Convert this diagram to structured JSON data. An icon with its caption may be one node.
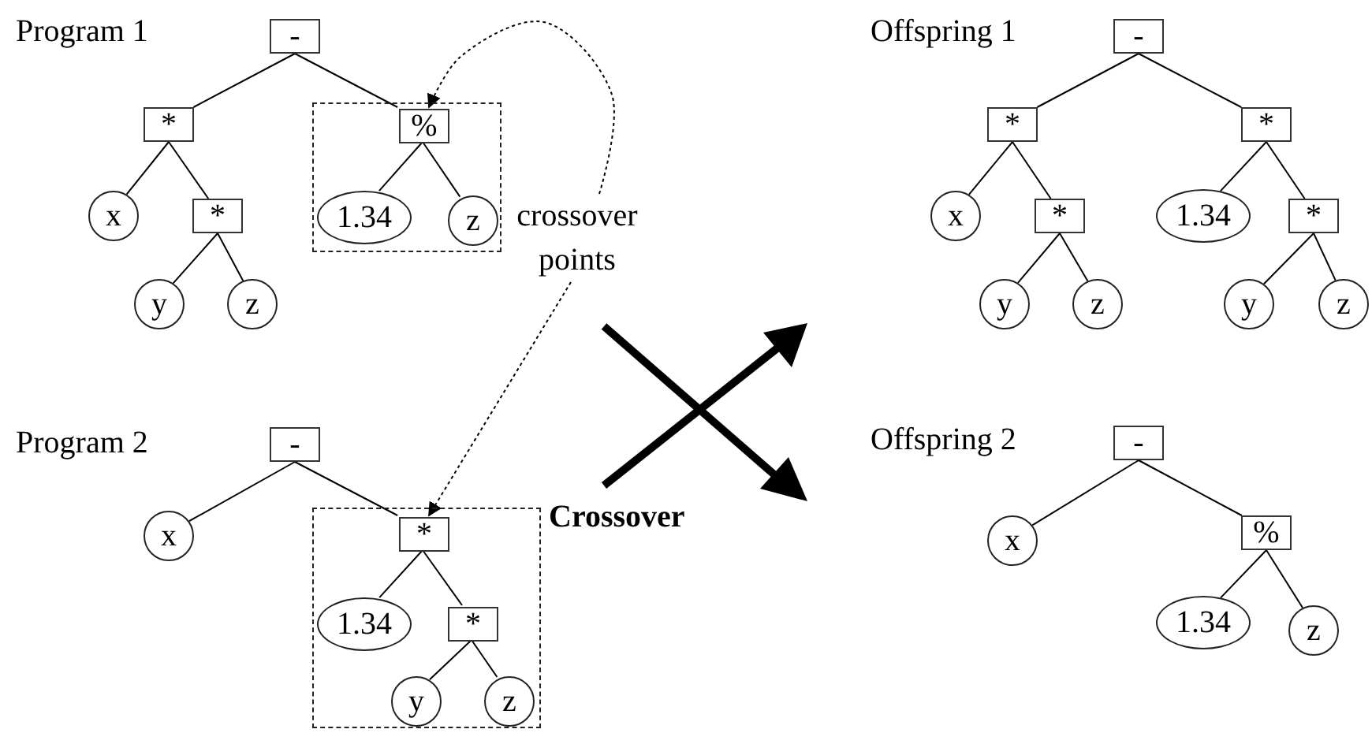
{
  "diagram": {
    "nodes": [
      {
        "text": [
          "-"
        ]
      },
      {
        "text": [
          "*"
        ]
      },
      {
        "text": [
          "x"
        ]
      },
      {
        "text": [
          "*"
        ]
      },
      {
        "text": [
          "y"
        ]
      },
      {
        "text": [
          "z"
        ]
      },
      {
        "text": [],
        "shape": "box"
      },
      {
        "text": [
          "%"
        ],
        "in": 6
      },
      {
        "text": [
          "1.34"
        ],
        "in": 6
      },
      {
        "text": [
          "z"
        ],
        "in": 6
      },
      {
        "text": [
          "crossover points"
        ]
      },
      {
        "text": [
          "-"
        ]
      },
      {
        "text": [
          "x"
        ]
      },
      {
        "text": [],
        "shape": "box"
      },
      {
        "text": [
          "*"
        ],
        "in": 13
      },
      {
        "text": [
          "1.34"
        ],
        "in": 13
      },
      {
        "text": [
          "*"
        ],
        "in": 13
      },
      {
        "text": [
          "y"
        ],
        "in": 13
      },
      {
        "text": [
          "z"
        ],
        "in": 13
      },
      {
        "text": [
          "-"
        ]
      },
      {
        "text": [
          "*"
        ]
      },
      {
        "text": [
          "x"
        ]
      },
      {
        "text": [
          "*"
        ]
      },
      {
        "text": [
          "y"
        ]
      },
      {
        "text": [
          "z"
        ]
      },
      {
        "text": [
          "*"
        ]
      },
      {
        "text": [
          "1.34"
        ]
      },
      {
        "text": [
          "*"
        ]
      },
      {
        "text": [
          "y"
        ]
      },
      {
        "text": [
          "z"
        ]
      },
      {
        "text": [
          "-"
        ]
      },
      {
        "text": [
          "x"
        ]
      },
      {
        "text": [
          "%"
        ]
      },
      {
        "text": [
          "1.34"
        ]
      },
      {
        "text": [
          "z"
        ]
      }
    ],
    "edges": [
      {
        "from": 0,
        "to": 1,
        "arrow": "none"
      },
      {
        "from": 0,
        "to": 7,
        "arrow": "none"
      },
      {
        "from": 1,
        "to": 2,
        "arrow": "none"
      },
      {
        "from": 1,
        "to": 3,
        "arrow": "none"
      },
      {
        "from": 3,
        "to": 4,
        "arrow": "none"
      },
      {
        "from": 3,
        "to": 5,
        "arrow": "none"
      },
      {
        "from": 7,
        "to": 8,
        "arrow": "none"
      },
      {
        "from": 7,
        "to": 9,
        "arrow": "none"
      },
      {
        "from": 10,
        "to": 7,
        "arrow": "to",
        "style": "dashed"
      },
      {
        "from": 10,
        "to": 14,
        "arrow": "to",
        "style": "dashed"
      },
      {
        "from": 11,
        "to": 12,
        "arrow": "none"
      },
      {
        "from": 11,
        "to": 14,
        "arrow": "none"
      },
      {
        "from": 14,
        "to": 15,
        "arrow": "none"
      },
      {
        "from": 14,
        "to": 16,
        "arrow": "none"
      },
      {
        "from": 16,
        "to": 17,
        "arrow": "none"
      },
      {
        "from": 16,
        "to": 18,
        "arrow": "none"
      },
      {
        "from": 19,
        "to": 20,
        "arrow": "none"
      },
      {
        "from": 19,
        "to": 25,
        "arrow": "none"
      },
      {
        "from": 20,
        "to": 21,
        "arrow": "none"
      },
      {
        "from": 20,
        "to": 22,
        "arrow": "none"
      },
      {
        "from": 22,
        "to": 23,
        "arrow": "none"
      },
      {
        "from": 22,
        "to": 24,
        "arrow": "none"
      },
      {
        "from": 25,
        "to": 26,
        "arrow": "none"
      },
      {
        "from": 25,
        "to": 27,
        "arrow": "none"
      },
      {
        "from": 27,
        "to": 28,
        "arrow": "none"
      },
      {
        "from": 27,
        "to": 29,
        "arrow": "none"
      },
      {
        "from": 30,
        "to": 31,
        "arrow": "none"
      },
      {
        "from": 30,
        "to": 32,
        "arrow": "none"
      },
      {
        "from": 32,
        "to": 33,
        "arrow": "none"
      },
      {
        "from": 32,
        "to": 34,
        "arrow": "none"
      }
    ],
    "labels": [
      "Program 1",
      "Offspring 1",
      "Program 2",
      "Offspring 2",
      "Crossover"
    ]
  }
}
